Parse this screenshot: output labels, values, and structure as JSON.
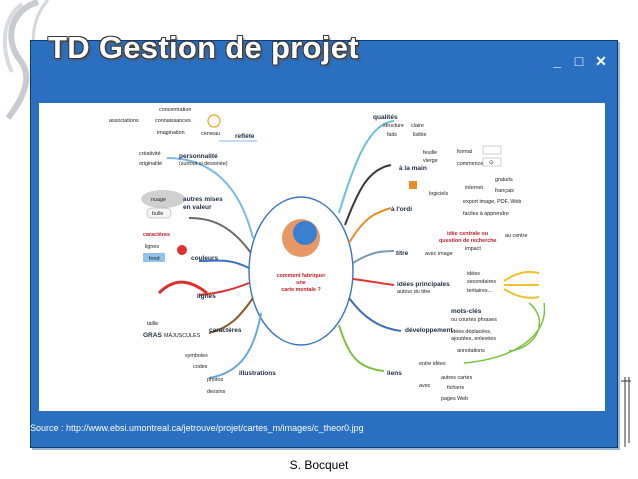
{
  "slide": {
    "title": "TD Gestion de projet",
    "window_controls": {
      "minimize": "_",
      "maximize": "□",
      "close": "✕"
    },
    "source": "Source : http://www.ebsi.umontreal.ca/jetrouve/projet/cartes_m/images/c_theor0.jpg",
    "author": "S. Bocquet"
  },
  "mindmap": {
    "center": [
      "comment fabriquer",
      "une",
      "carte mentale ?"
    ],
    "left": {
      "reflete": {
        "label": "reflète",
        "cerveau": "cerveau",
        "associations": "associations",
        "items": [
          "concentration",
          "connaissances",
          "imagination"
        ],
        "personnalite_label": "personnalité",
        "personnalite_sub": "(surtout si dessinée)",
        "left_items": [
          "créativité",
          "originalité"
        ]
      },
      "nuage": {
        "nuage": "nuage",
        "bulle": "bulle",
        "label": [
          "autres mises",
          "en valeur"
        ]
      },
      "couleurs": {
        "label": "couleurs",
        "items": [
          "caractères",
          "lignes",
          "fond"
        ]
      },
      "lignes": {
        "label": "lignes"
      },
      "caracteres": {
        "label": "caractères",
        "items": [
          "taille",
          "GRAS",
          "MAJUSCULES"
        ]
      },
      "illustrations": {
        "label": "illustrations",
        "items": [
          "symboles",
          "codes",
          "photos",
          "dessins"
        ]
      }
    },
    "right": {
      "qualites": {
        "label": "qualités",
        "items": [
          "structure",
          "claire",
          "faits",
          "lisible"
        ]
      },
      "main": {
        "label": "à la main",
        "items": [
          "feuille",
          "vierge",
          "format",
          "commencer"
        ],
        "box_symbol": "⊙"
      },
      "ordi": {
        "label": "à l'ordi",
        "logiciels": "logiciels",
        "items": [
          "internet",
          "gratuits",
          "français",
          "export image, PDF, Web",
          "faciles à apprendre"
        ]
      },
      "titre": {
        "label": "titre",
        "items": [
          "idée centrale ou",
          "question de recherche",
          "au centre",
          "avec image",
          "impact"
        ]
      },
      "idees": {
        "label": "idées principales",
        "sub": "autour du titre",
        "items": [
          "idées",
          "secondaires",
          "tertiaires..."
        ]
      },
      "developpement": {
        "label": "développement",
        "items": [
          "mots-clés",
          "ou courtes phrases",
          "idées déplacées,",
          "ajoutées, enlevées",
          "annotations"
        ]
      },
      "liens": {
        "label": "liens",
        "items": [
          "entre idées",
          "avec",
          "autres cartes",
          "fichiers",
          "pages Web"
        ]
      }
    }
  }
}
